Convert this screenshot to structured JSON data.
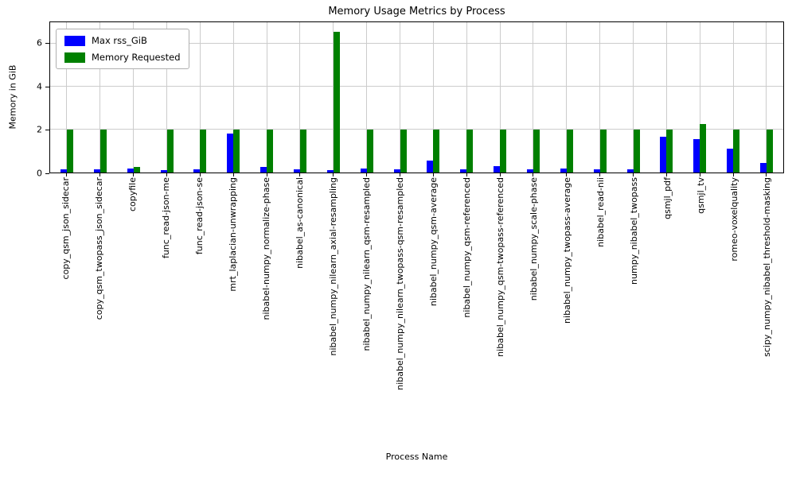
{
  "chart_data": {
    "type": "bar",
    "title": "Memory Usage Metrics by Process",
    "xlabel": "Process Name",
    "ylabel": "Memory in GiB",
    "ylim": [
      0,
      7
    ],
    "yticks": [
      0,
      2,
      4,
      6
    ],
    "grid": true,
    "legend_position": "upper left",
    "categories": [
      "copy_qsm_json_sidecar",
      "copy_qsm_twopass_json_sidecar",
      "copyfile",
      "func_read-json-me",
      "func_read-json-se",
      "mrt_laplacian-unwrapping",
      "nibabel-numpy_normalize-phase",
      "nibabel_as-canonical",
      "nibabel_numpy_nilearn_axial-resampling",
      "nibabel_numpy_nilearn_qsm-resampled",
      "nibabel_numpy_nilearn_twopass-qsm-resampled",
      "nibabel_numpy_qsm-average",
      "nibabel_numpy_qsm-referenced",
      "nibabel_numpy_qsm-twopass-referenced",
      "nibabel_numpy_scale-phase",
      "nibabel_numpy_twopass-average",
      "nibabel_read-nii",
      "numpy_nibabel_twopass",
      "qsmjl_pdf",
      "qsmjl_tv",
      "romeo-voxelquality",
      "scipy_numpy_nibabel_threshold-masking"
    ],
    "series": [
      {
        "name": "Max rss_GiB",
        "color": "#0000ff",
        "values": [
          0.15,
          0.15,
          0.18,
          0.12,
          0.15,
          1.8,
          0.25,
          0.15,
          0.12,
          0.2,
          0.15,
          0.55,
          0.15,
          0.3,
          0.15,
          0.2,
          0.15,
          0.15,
          1.65,
          1.55,
          1.1,
          0.45
        ]
      },
      {
        "name": "Memory Requested",
        "color": "#008000",
        "values": [
          2,
          2,
          0.25,
          2,
          2,
          2,
          2,
          2,
          6.55,
          2,
          2,
          2,
          2,
          2,
          2,
          2,
          2,
          2,
          2,
          2.25,
          2,
          2
        ]
      }
    ]
  }
}
